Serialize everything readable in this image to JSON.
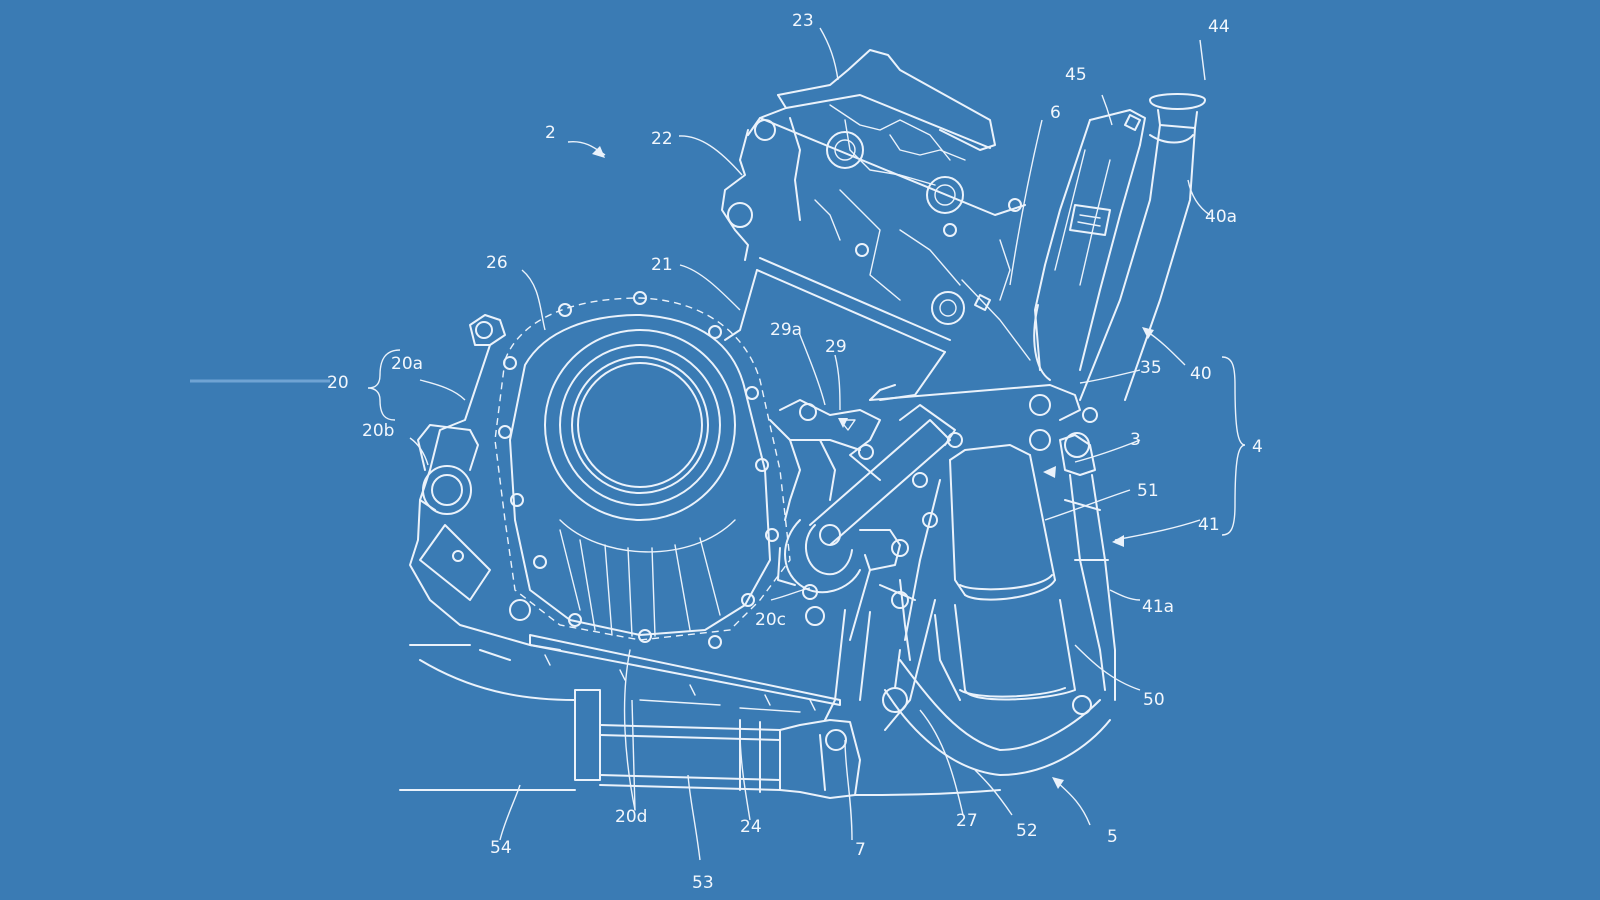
{
  "colors": {
    "background": "#3a7bb4",
    "line": "#eaf2fb"
  },
  "labels": {
    "l2": "2",
    "l3": "3",
    "l4": "4",
    "l5": "5",
    "l6": "6",
    "l7": "7",
    "l20": "20",
    "l20a": "20a",
    "l20b": "20b",
    "l20c": "20c",
    "l20d": "20d",
    "l21": "21",
    "l22": "22",
    "l23": "23",
    "l24": "24",
    "l26": "26",
    "l27": "27",
    "l29": "29",
    "l29a": "29a",
    "l35": "35",
    "l40": "40",
    "l40a": "40a",
    "l41": "41",
    "l41a": "41a",
    "l44": "44",
    "l45": "45",
    "l50": "50",
    "l51": "51",
    "l52": "52",
    "l53": "53",
    "l54": "54"
  }
}
